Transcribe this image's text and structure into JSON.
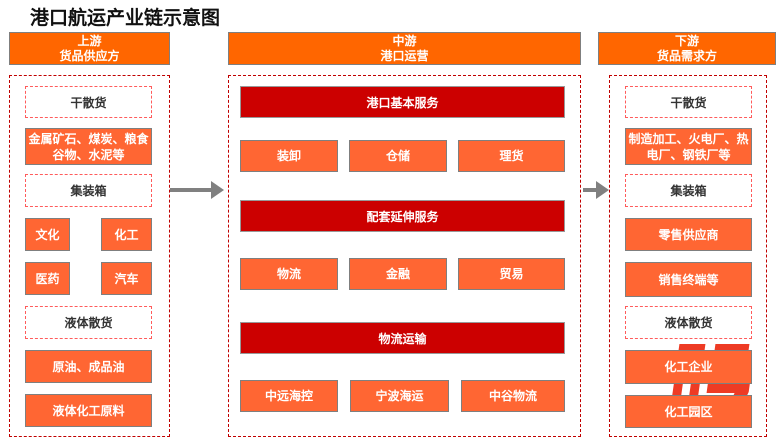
{
  "title": "港口航运产业链示意图",
  "upstream": {
    "h1": "上游",
    "h2": "货品供应方",
    "items": [
      "干散货",
      "金属矿石、煤炭、粮食谷物、水泥等",
      "集装箱",
      "文化",
      "化工",
      "医药",
      "汽车",
      "液体散货",
      "原油、成品油",
      "液体化工原料"
    ]
  },
  "midstream": {
    "h1": "中游",
    "h2": "港口运营",
    "sections": [
      "港口基本服务",
      "配套延伸服务",
      "物流运输"
    ],
    "row1": [
      "装卸",
      "仓储",
      "理货"
    ],
    "row2": [
      "物流",
      "金融",
      "贸易"
    ],
    "row3": [
      "中远海控",
      "宁波海运",
      "中谷物流"
    ]
  },
  "downstream": {
    "h1": "下游",
    "h2": "货品需求方",
    "items": [
      "干散货",
      "制造加工、火电厂、热电厂、钢铁厂等",
      "集装箱",
      "零售供应商",
      "销售终端等",
      "液体散货",
      "化工企业",
      "化工园区"
    ]
  },
  "watermark": "股",
  "colors": {
    "header": "#FF6600",
    "box": "#FF6633",
    "section": "#CC0000"
  }
}
